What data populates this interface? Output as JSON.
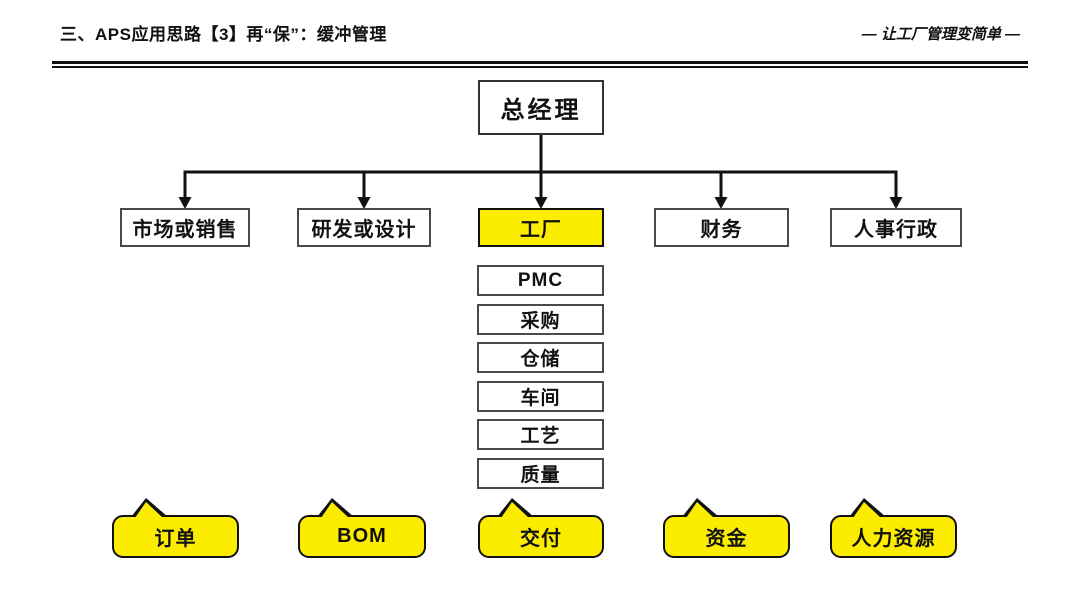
{
  "slide": {
    "title": "三、APS应用思路【3】再“保”：缓冲管理",
    "slogan": "— 让工厂管理变简单 —"
  },
  "org_chart": {
    "root": {
      "label": "总经理"
    },
    "departments": [
      {
        "label": "市场或销售",
        "highlight": false
      },
      {
        "label": "研发或设计",
        "highlight": false
      },
      {
        "label": "工厂",
        "highlight": true
      },
      {
        "label": "财务",
        "highlight": false
      },
      {
        "label": "人事行政",
        "highlight": false
      }
    ],
    "factory_subunits": [
      {
        "label": "PMC"
      },
      {
        "label": "采购"
      },
      {
        "label": "仓储"
      },
      {
        "label": "车间"
      },
      {
        "label": "工艺"
      },
      {
        "label": "质量"
      }
    ],
    "buffer_tags": [
      {
        "label": "订单"
      },
      {
        "label": "BOM"
      },
      {
        "label": "交付"
      },
      {
        "label": "资金"
      },
      {
        "label": "人力资源"
      }
    ]
  },
  "colors": {
    "highlight_yellow": "#FBEC00",
    "line_black": "#111111",
    "background": "#FFFFFF"
  }
}
